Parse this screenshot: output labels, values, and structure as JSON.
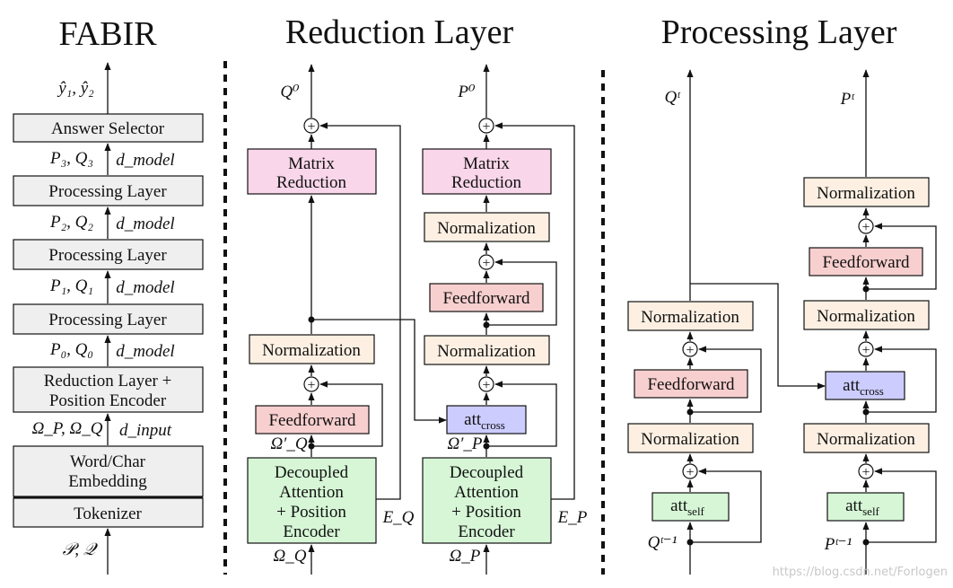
{
  "titles": {
    "fabir": "FABIR",
    "reduction": "Reduction Layer",
    "processing": "Processing Layer"
  },
  "fabir": {
    "output_label": "ŷ₁, ŷ₂",
    "answer_selector": "Answer Selector",
    "processing_layer": "Processing Layer",
    "reduction_position": [
      "Reduction Layer +",
      "Position Encoder"
    ],
    "word_char_embedding": [
      "Word/Char",
      "Embedding"
    ],
    "tokenizer": "Tokenizer",
    "input_label": "𝒫, 𝒬",
    "dim_labels": [
      {
        "left": "P₃, Q₃",
        "right": "d_model"
      },
      {
        "left": "P₂, Q₂",
        "right": "d_model"
      },
      {
        "left": "P₁, Q₁",
        "right": "d_model"
      },
      {
        "left": "P₀, Q₀",
        "right": "d_model"
      },
      {
        "left": "Ω_P, Ω_Q",
        "right": "d_input"
      }
    ]
  },
  "reduction": {
    "q_out": "Q⁰",
    "p_out": "P⁰",
    "matrix_reduction": [
      "Matrix",
      "Reduction"
    ],
    "normalization": "Normalization",
    "feedforward": "Feedforward",
    "att_cross": "att",
    "att_cross_sub": "cross",
    "decoupled": [
      "Decoupled",
      "Attention",
      "+ Position",
      "Encoder"
    ],
    "q_prime": "Ω′_Q",
    "p_prime": "Ω′_P",
    "e_q": "E_Q",
    "e_p": "E_P",
    "omega_q": "Ω_Q",
    "omega_p": "Ω_P"
  },
  "processing": {
    "q_out": "Qᵗ",
    "p_out": "Pᵗ",
    "normalization": "Normalization",
    "feedforward": "Feedforward",
    "att_cross": "att",
    "att_cross_sub": "cross",
    "att_self": "att",
    "att_self_sub": "self",
    "q_in": "Qᵗ⁻¹",
    "p_in": "Pᵗ⁻¹"
  },
  "watermark": "https://blog.csdn.net/Forlogen",
  "colors": {
    "gray_box": "#efefef",
    "pink_box": "#f9d6ea",
    "cream_box": "#fdf0e3",
    "red_box": "#f8cfcf",
    "blue_box": "#ccccff",
    "green_box": "#d6f6d6",
    "line": "#111111"
  }
}
